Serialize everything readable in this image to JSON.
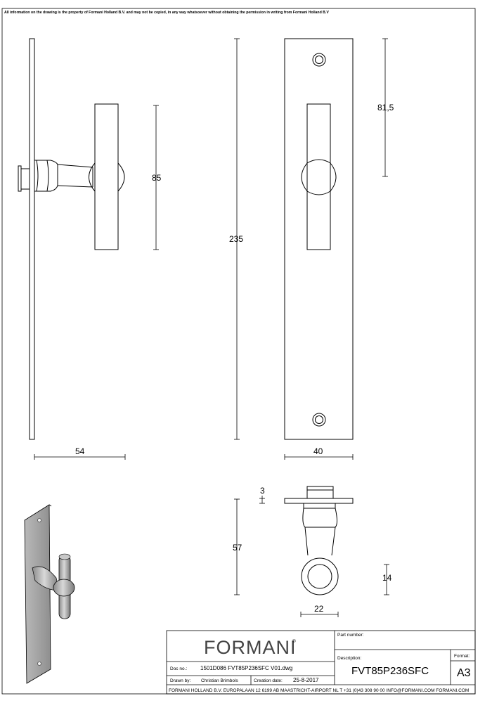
{
  "notice": "All information on the drawing is the property of Formani Holland B.V. and may not be copied, in any way whatsoever without obtaining the permission in writing from Formani Holland B.V",
  "dimensions": {
    "side_width": "54",
    "side_height": "85",
    "total_height": "235",
    "front_width": "40",
    "front_offset": "81,5",
    "plate_thickness": "3",
    "projection": "57",
    "ring_inner": "14",
    "ring_outer": "22"
  },
  "title_block": {
    "logo": "FORMANI",
    "logo_mark": "®",
    "part_number_label": "Part number:",
    "description_label": "Description:",
    "description": "FVT85P236SFC",
    "format_label": "Format:",
    "format": "A3",
    "doc_no_label": "Doc no.:",
    "doc_no": "1501D086 FVT85P236SFC V01.dwg",
    "drawn_by_label": "Drawn by:",
    "drawn_by": "Christian Brimbols",
    "creation_date_label": "Creation date:",
    "creation_date": "25-8-2017",
    "footer": "FORMANI HOLLAND B.V.  EUROPALAAN 12  6199 AB MAASTRICHT-AIRPORT NL  T +31 (0)43 308 90 00 INFO@FORMANI.COM FORMANI.COM"
  }
}
